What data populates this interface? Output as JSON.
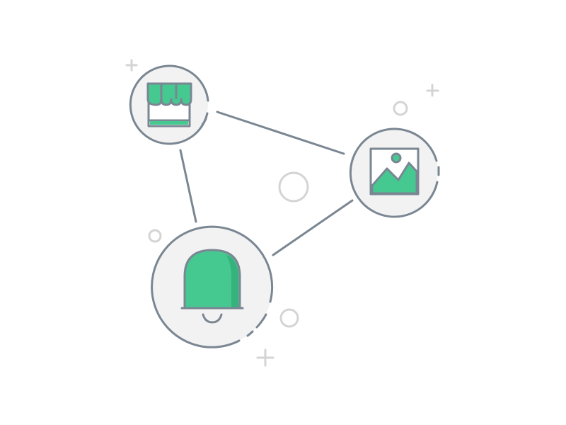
{
  "illustration": {
    "nodes": [
      {
        "id": "store",
        "icon": "storefront-icon"
      },
      {
        "id": "image",
        "icon": "image-icon"
      },
      {
        "id": "bell",
        "icon": "bell-icon"
      }
    ],
    "connections": [
      {
        "from": "store",
        "to": "image"
      },
      {
        "from": "store",
        "to": "bell"
      },
      {
        "from": "bell",
        "to": "image"
      }
    ],
    "colors": {
      "outline": "#7a8793",
      "accent_green": "#45c991",
      "accent_green_shadow": "#36b27c",
      "node_fill": "#f2f2f2",
      "decoration": "#d4d4d4",
      "background": "#ffffff"
    }
  }
}
